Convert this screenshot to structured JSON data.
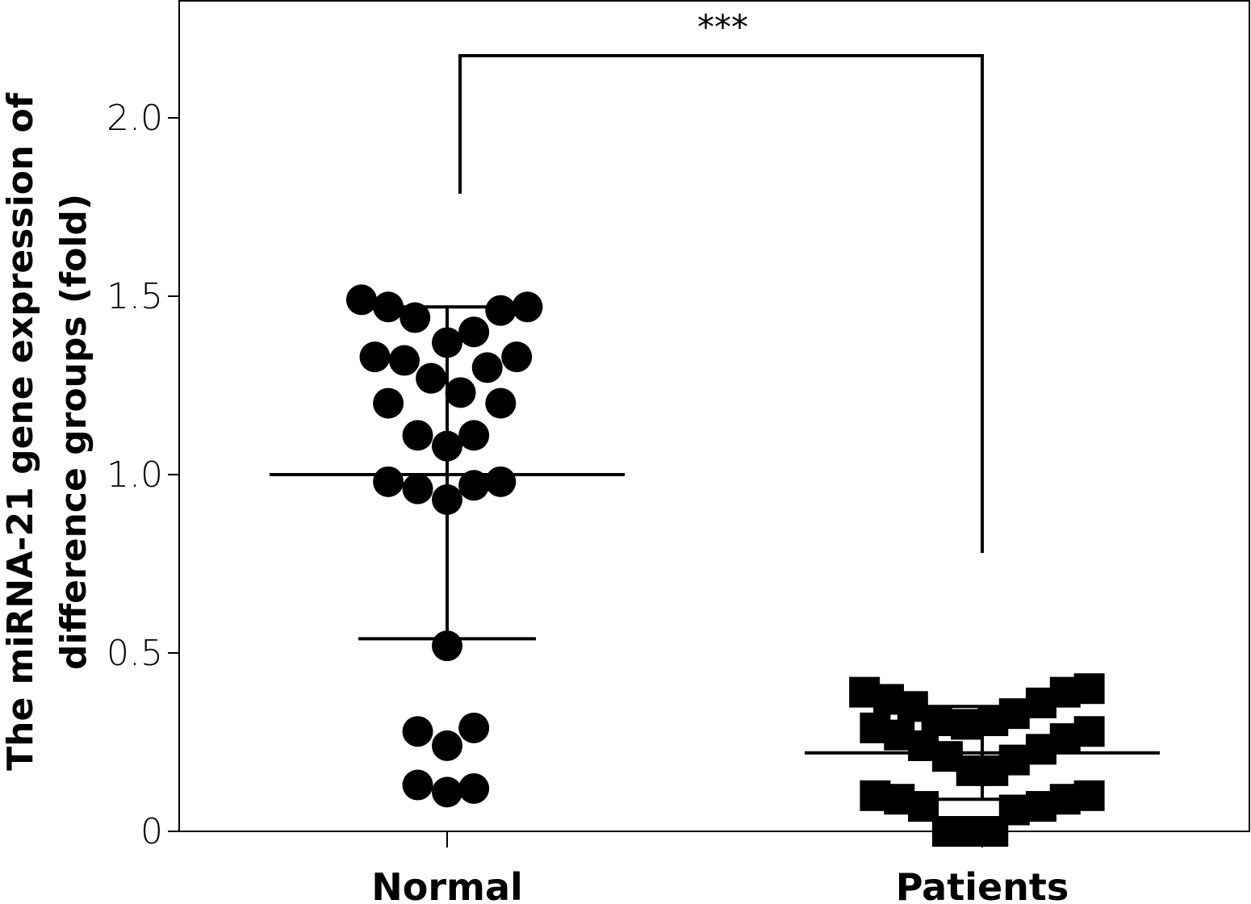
{
  "chart_data": {
    "type": "scatter",
    "title": "",
    "ylabel_line1": "The miRNA-21 gene expression of",
    "ylabel_line2": "difference groups (fold)",
    "xlabel": "",
    "categories": [
      "Normal",
      "Patients"
    ],
    "ylim": [
      0,
      2.3
    ],
    "yticks": [
      0,
      0.5,
      1.0,
      1.5,
      2.0
    ],
    "ytick_labels": [
      "0",
      "0.5",
      "1.0",
      "1.5",
      "2.0"
    ],
    "grid": false,
    "significance": {
      "between": [
        "Normal",
        "Patients"
      ],
      "label": "***"
    },
    "series": [
      {
        "category": "Normal",
        "marker": "circle",
        "mean": 1.0,
        "sd_upper": 1.47,
        "sd_lower": 0.54,
        "points": [
          {
            "offset": -0.16,
            "y": 1.49
          },
          {
            "offset": -0.11,
            "y": 1.47
          },
          {
            "offset": -0.06,
            "y": 1.44
          },
          {
            "offset": 0.0,
            "y": 1.37
          },
          {
            "offset": 0.05,
            "y": 1.4
          },
          {
            "offset": 0.1,
            "y": 1.46
          },
          {
            "offset": 0.15,
            "y": 1.47
          },
          {
            "offset": -0.135,
            "y": 1.33
          },
          {
            "offset": -0.08,
            "y": 1.32
          },
          {
            "offset": -0.03,
            "y": 1.27
          },
          {
            "offset": 0.025,
            "y": 1.23
          },
          {
            "offset": 0.075,
            "y": 1.3
          },
          {
            "offset": 0.13,
            "y": 1.33
          },
          {
            "offset": -0.11,
            "y": 1.2
          },
          {
            "offset": 0.1,
            "y": 1.2
          },
          {
            "offset": -0.055,
            "y": 1.11
          },
          {
            "offset": 0.0,
            "y": 1.08
          },
          {
            "offset": 0.05,
            "y": 1.11
          },
          {
            "offset": -0.11,
            "y": 0.98
          },
          {
            "offset": -0.055,
            "y": 0.96
          },
          {
            "offset": 0.0,
            "y": 0.93
          },
          {
            "offset": 0.05,
            "y": 0.97
          },
          {
            "offset": 0.1,
            "y": 0.98
          },
          {
            "offset": 0.0,
            "y": 0.52
          },
          {
            "offset": -0.055,
            "y": 0.28
          },
          {
            "offset": 0.0,
            "y": 0.24
          },
          {
            "offset": 0.05,
            "y": 0.29
          },
          {
            "offset": -0.055,
            "y": 0.13
          },
          {
            "offset": 0.0,
            "y": 0.11
          },
          {
            "offset": 0.05,
            "y": 0.12
          }
        ]
      },
      {
        "category": "Patients",
        "marker": "square",
        "mean": 0.22,
        "sd_upper": 0.35,
        "sd_lower": 0.09,
        "points": [
          {
            "offset": -0.22,
            "y": 0.39
          },
          {
            "offset": -0.175,
            "y": 0.37
          },
          {
            "offset": -0.13,
            "y": 0.35
          },
          {
            "offset": -0.085,
            "y": 0.31
          },
          {
            "offset": -0.03,
            "y": 0.3
          },
          {
            "offset": 0.02,
            "y": 0.31
          },
          {
            "offset": 0.06,
            "y": 0.33
          },
          {
            "offset": 0.11,
            "y": 0.36
          },
          {
            "offset": 0.155,
            "y": 0.39
          },
          {
            "offset": 0.2,
            "y": 0.4
          },
          {
            "offset": -0.2,
            "y": 0.29
          },
          {
            "offset": -0.155,
            "y": 0.27
          },
          {
            "offset": -0.11,
            "y": 0.24
          },
          {
            "offset": -0.065,
            "y": 0.21
          },
          {
            "offset": -0.02,
            "y": 0.17
          },
          {
            "offset": 0.02,
            "y": 0.17
          },
          {
            "offset": 0.06,
            "y": 0.2
          },
          {
            "offset": 0.11,
            "y": 0.23
          },
          {
            "offset": 0.155,
            "y": 0.26
          },
          {
            "offset": 0.2,
            "y": 0.28
          },
          {
            "offset": -0.2,
            "y": 0.1
          },
          {
            "offset": -0.155,
            "y": 0.09
          },
          {
            "offset": -0.11,
            "y": 0.07
          },
          {
            "offset": -0.065,
            "y": 0.0
          },
          {
            "offset": -0.02,
            "y": 0.0
          },
          {
            "offset": 0.02,
            "y": 0.0
          },
          {
            "offset": 0.06,
            "y": 0.06
          },
          {
            "offset": 0.11,
            "y": 0.07
          },
          {
            "offset": 0.155,
            "y": 0.09
          },
          {
            "offset": 0.2,
            "y": 0.1
          }
        ]
      }
    ]
  }
}
